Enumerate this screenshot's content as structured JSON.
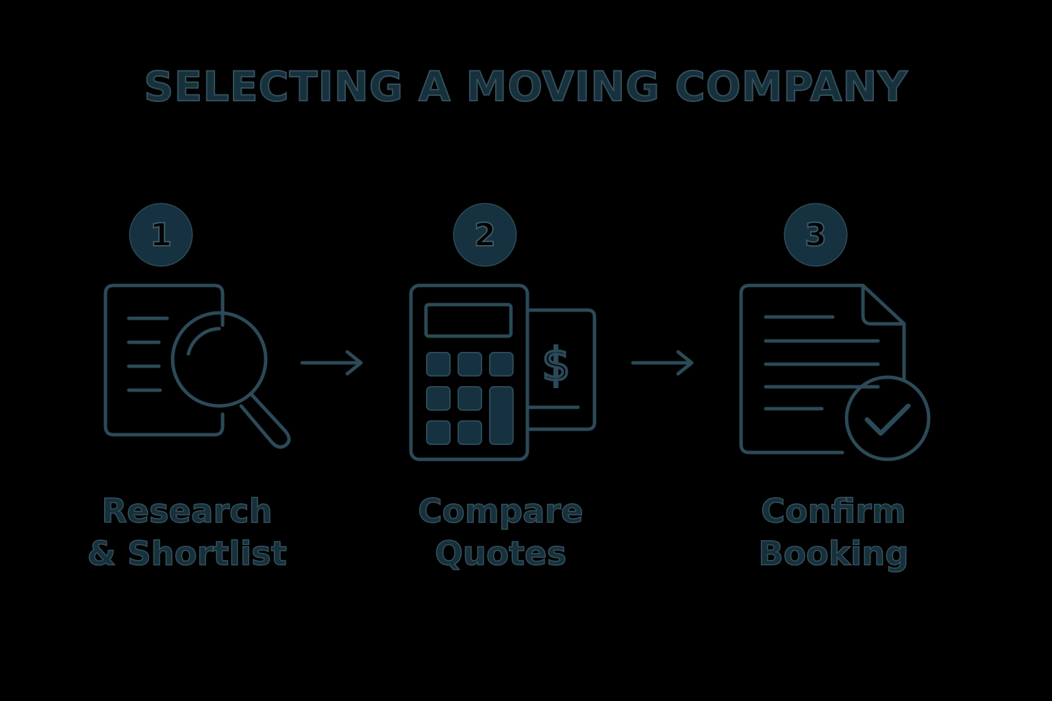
{
  "title": "SELECTING A MOVING COMPANY",
  "steps": [
    {
      "number": "1",
      "label_line1": "Research",
      "label_line2": "& Shortlist",
      "icon": "document-magnifier-icon"
    },
    {
      "number": "2",
      "label_line1": "Compare",
      "label_line2": "Quotes",
      "icon": "calculator-dollar-icon"
    },
    {
      "number": "3",
      "label_line1": "Confirm",
      "label_line2": "Booking",
      "icon": "document-check-icon"
    }
  ],
  "colors": {
    "background": "#000000",
    "fill": "#163240",
    "stroke": "#2c4a58"
  }
}
